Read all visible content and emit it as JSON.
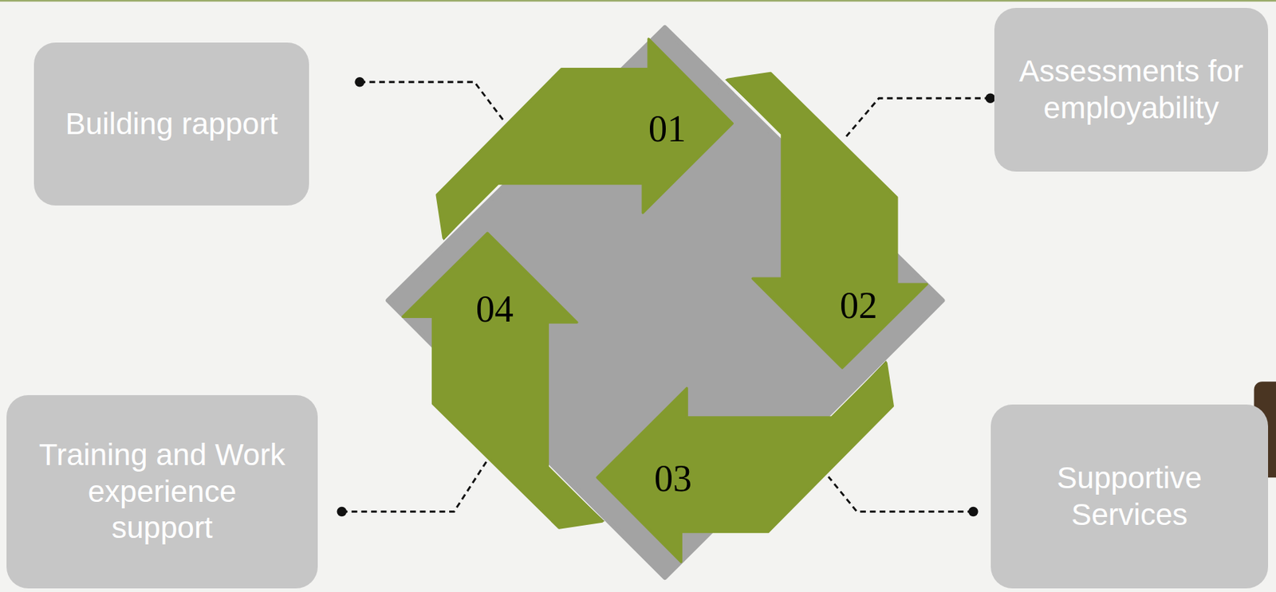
{
  "diagram": {
    "nodes": [
      {
        "text": [
          "Building rapport"
        ]
      },
      {
        "text": [
          "Assessments for employability"
        ]
      },
      {
        "text": [
          "Training and Work experience support"
        ]
      },
      {
        "text": [
          "Supportive Services"
        ]
      }
    ],
    "labels": [
      "01",
      "02",
      "03",
      "04"
    ]
  }
}
